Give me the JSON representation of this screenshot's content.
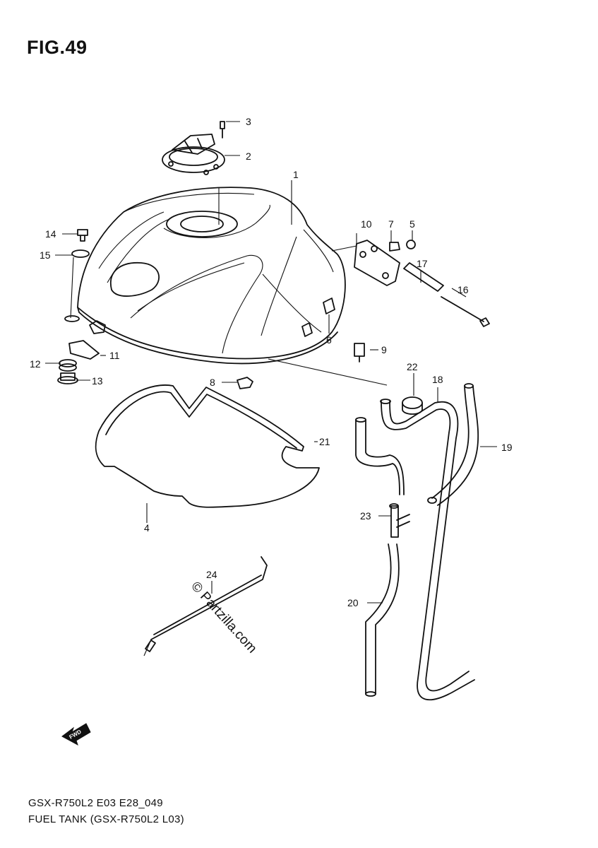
{
  "figure": {
    "title": "FIG.49"
  },
  "callouts": {
    "c1": "1",
    "c2": "2",
    "c3": "3",
    "c4": "4",
    "c5": "5",
    "c6": "6",
    "c7": "7",
    "c8": "8",
    "c9": "9",
    "c10": "10",
    "c11": "11",
    "c12": "12",
    "c13": "13",
    "c14": "14",
    "c15": "15",
    "c16": "16",
    "c17": "17",
    "c18": "18",
    "c19": "19",
    "c20": "20",
    "c21": "21",
    "c22": "22",
    "c23": "23",
    "c24": "24"
  },
  "watermark": "© Partzilla.com",
  "fwd_arrow_label": "FWD",
  "footer": {
    "code": "GSX-R750L2 E03 E28_049",
    "name": "FUEL TANK (GSX-R750L2 L03)"
  }
}
